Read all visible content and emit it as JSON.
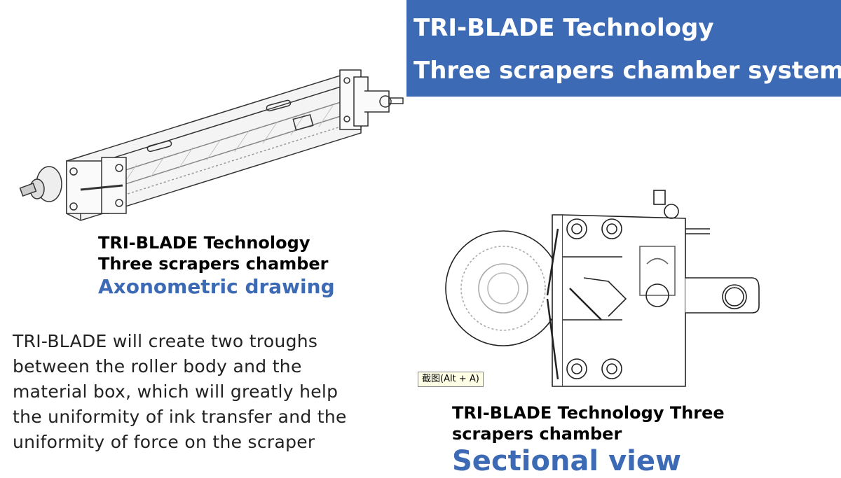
{
  "banner": {
    "line1": "TRI-BLADE Technology",
    "line2": "Three scrapers chamber system"
  },
  "axonometric": {
    "title_line1": "TRI-BLADE Technology",
    "title_line2": "Three scrapers chamber",
    "subtitle": "Axonometric drawing"
  },
  "description": "TRI-BLADE will create two troughs between the roller body and the material box, which will greatly help the uniformity of ink transfer and the uniformity of force on the scraper",
  "sectional": {
    "title": "TRI-BLADE Technology Three scrapers chamber",
    "subtitle": "Sectional view"
  },
  "tooltip": "截图(Alt + A)",
  "colors": {
    "accent": "#3d6ab5",
    "banner_text": "#ffffff"
  }
}
